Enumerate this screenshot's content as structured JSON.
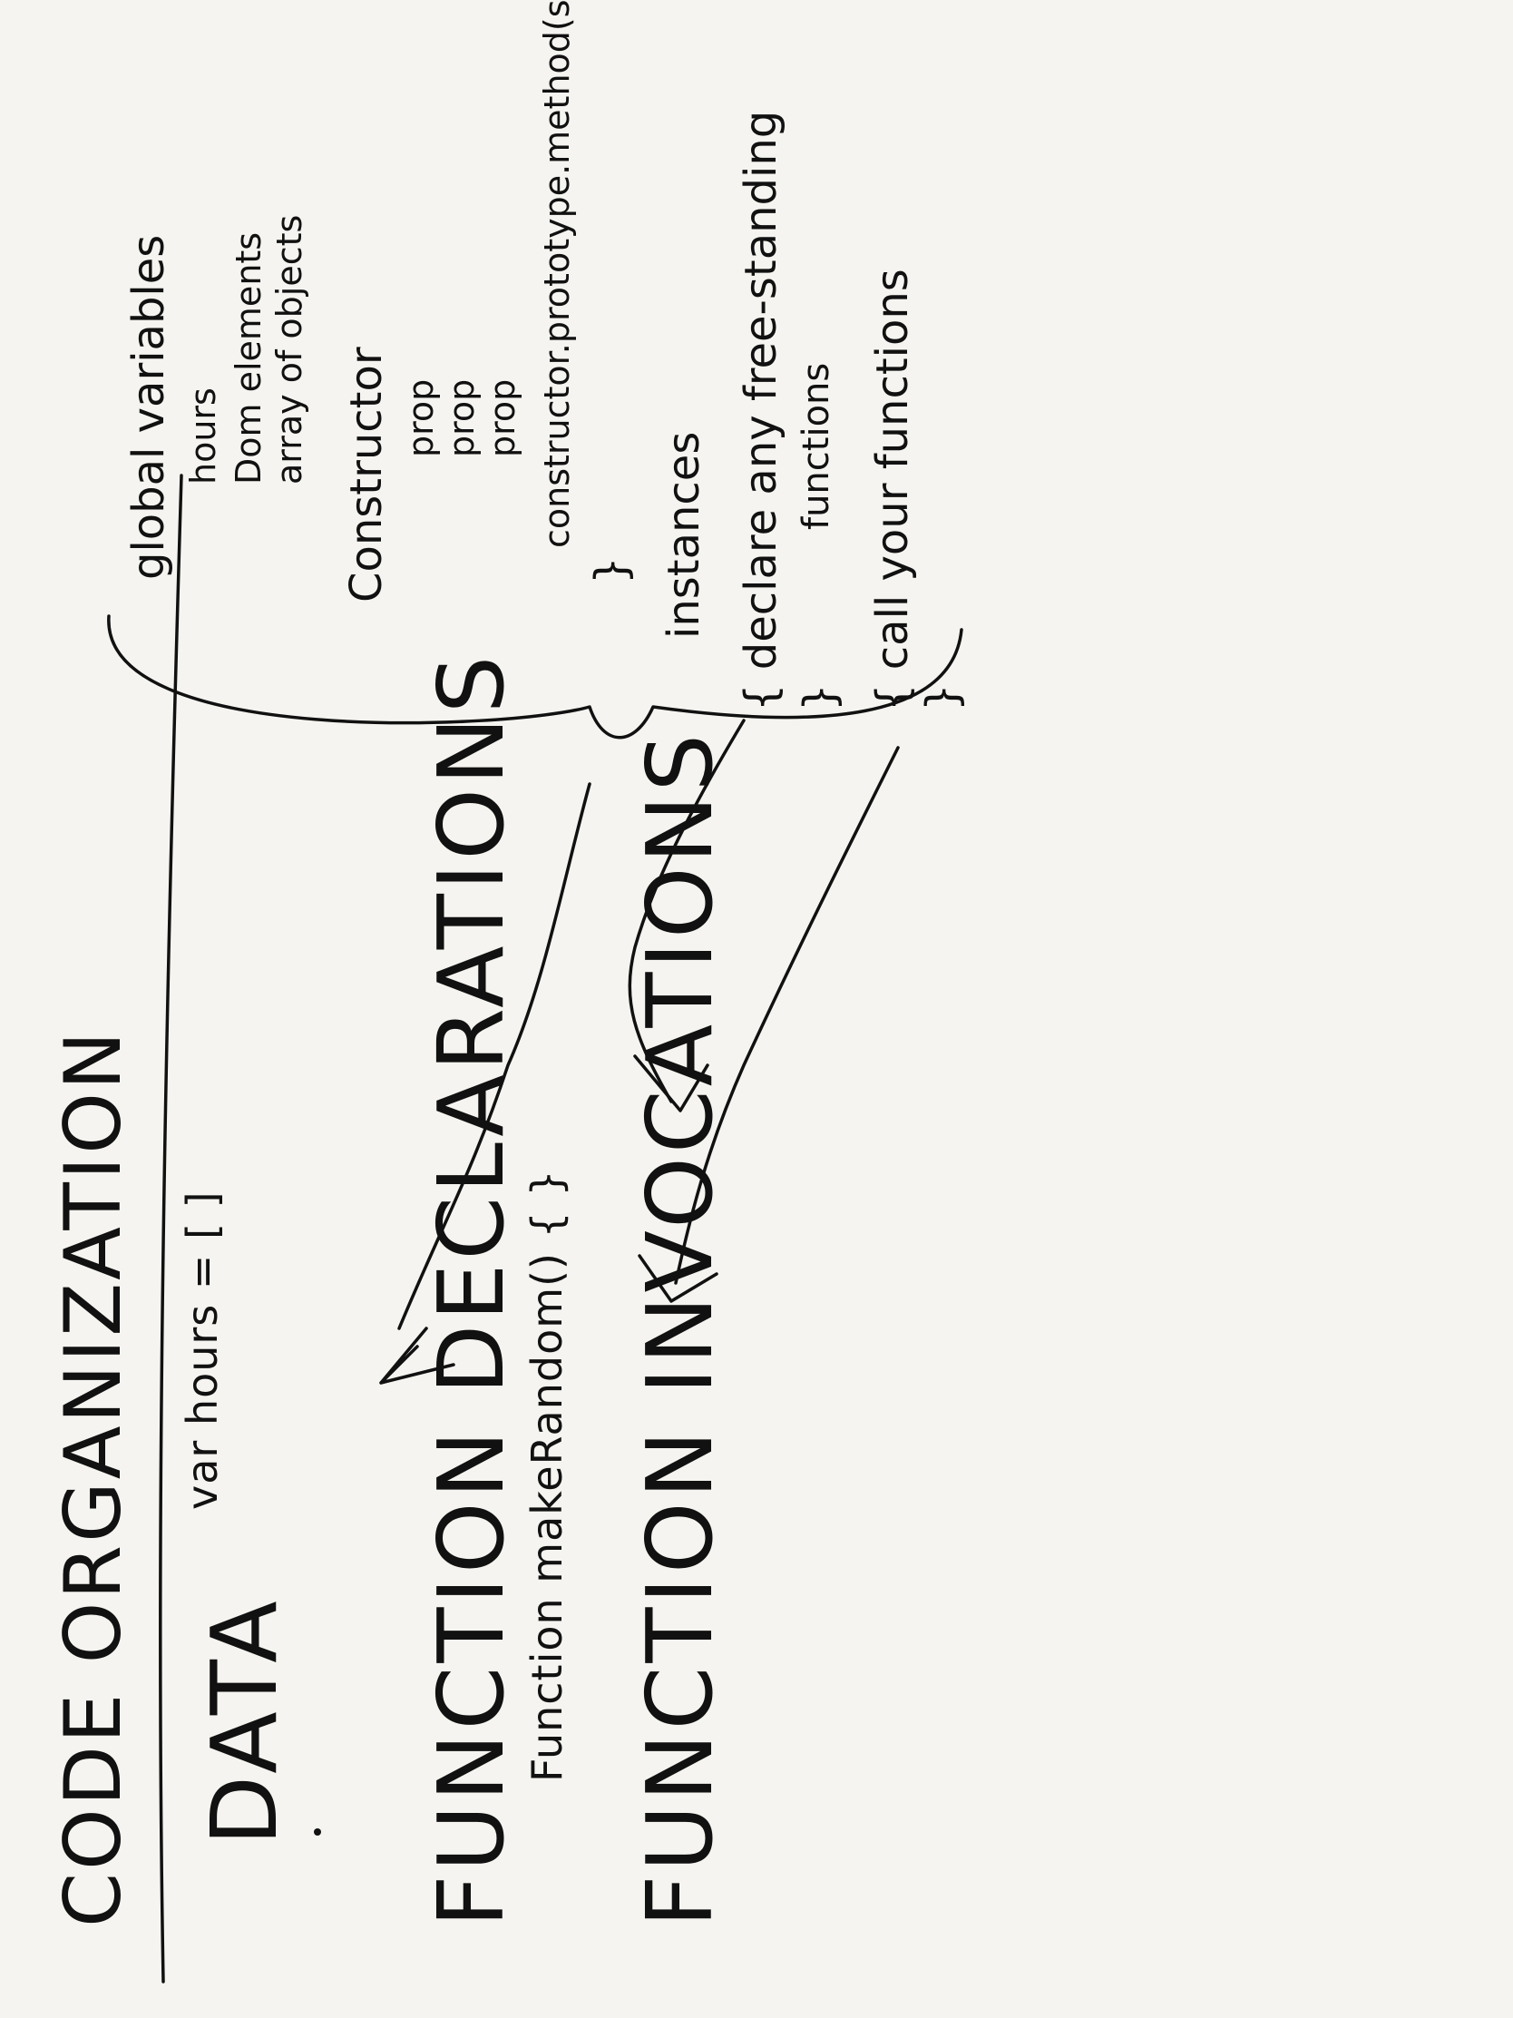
{
  "page": {
    "title": "CODE ORGANIZATION"
  },
  "sections": {
    "data": {
      "heading": "DATA",
      "example": "var hours = [ ]"
    },
    "declarations": {
      "heading": "FUNCTION DECLARATIONS",
      "example": "Function makeRandom() {   }"
    },
    "invocations": {
      "heading": "FUNCTION INVOCATIONS"
    }
  },
  "notes": {
    "global_variables": "global variables",
    "hours": "hours",
    "dom_elements": "Dom elements",
    "array_of_objects": "array of objects",
    "constructor": "Constructor",
    "prop": "prop",
    "constructor_methods": "constructor.prototype.method(s)",
    "close_brace": "}",
    "instances": "instances",
    "declare_line1": "{ declare any free-standing",
    "declare_line2": "functions",
    "declare_close": "}",
    "call_line": "{ call your functions",
    "call_close": "}"
  },
  "style": {
    "ink": "#111111",
    "paper": "#f5f4f0"
  }
}
